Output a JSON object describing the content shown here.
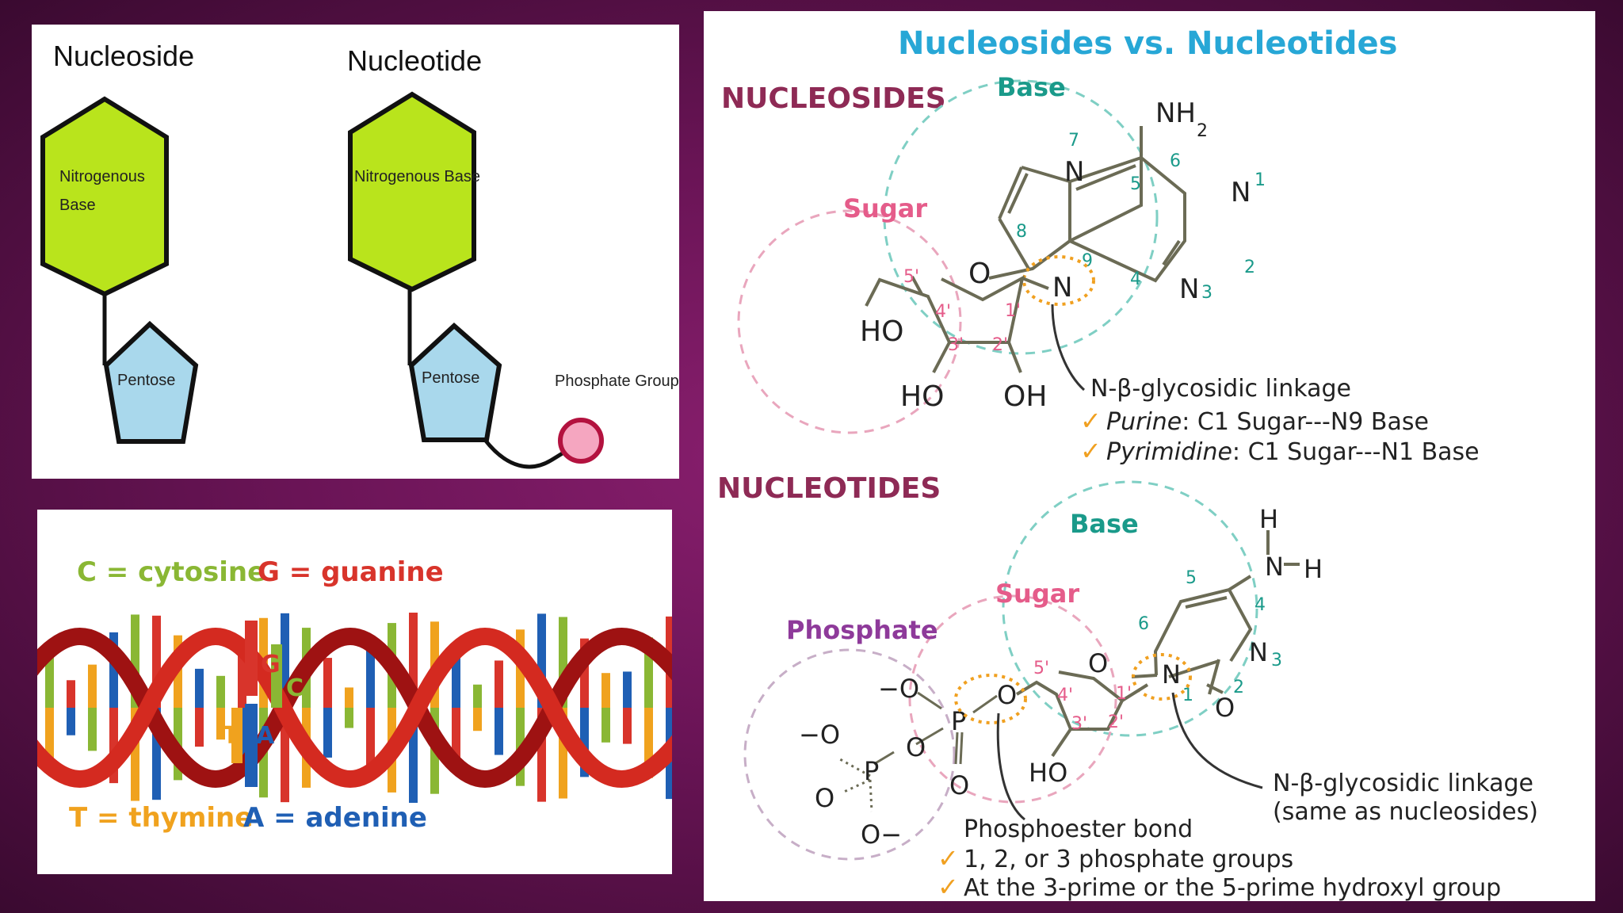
{
  "colors": {
    "hexagon": "#b9e41c",
    "pentagon": "#a9d8ec",
    "phosphate_circle": "#f5a6c0",
    "title_blue": "#27a7d6",
    "section_maroon": "#8e2a55",
    "teal_label": "#1a9a8a",
    "pink_label": "#e55c8a",
    "purple_label": "#8e3a9a",
    "check_orange": "#f0a020"
  },
  "basic": {
    "nucleoside_title": "Nucleoside",
    "nucleotide_title": "Nucleotide",
    "nitrogenous_base_line1": "Nitrogenous",
    "nitrogenous_base_line2": "Base",
    "nitrogenous_base": "Nitrogenous Base",
    "pentose": "Pentose",
    "phosphate_group": "Phosphate Group"
  },
  "dna": {
    "c": "C = cytosine",
    "g": "G = guanine",
    "t": "T = thymine",
    "a": "A = adenine",
    "letter_g": "G",
    "letter_c": "C",
    "letter_t": "T",
    "letter_a": "A"
  },
  "chem": {
    "title": "Nucleosides vs. Nucleotides",
    "nucleosides": "NUCLEOSIDES",
    "nucleotides": "NUCLEOTIDES",
    "base": "Base",
    "sugar": "Sugar",
    "phosphate": "Phosphate",
    "glycosidic": "N-β-glycosidic linkage",
    "purine_name": "Purine",
    "purine_rest": ": C1 Sugar---N9 Base",
    "pyrimidine_name": "Pyrimidine",
    "pyrimidine_rest": ": C1 Sugar---N1 Base",
    "same_as": "(same as nucleosides)",
    "phosphoester": "Phosphoester bond",
    "groups": "1, 2, or 3 phosphate groups",
    "hydroxyl": "At the 3-prime or the 5-prime hydroxyl group",
    "check": "✓",
    "atoms": {
      "N": "N",
      "O": "O",
      "P": "P",
      "H": "H",
      "HO": "HO",
      "OH": "OH",
      "NH": "NH",
      "sub2": "2",
      "neg_o": "−O",
      "o_neg": "O−",
      "minus": "−",
      "dash": "−"
    },
    "numbers": {
      "n1": "1",
      "n2": "2",
      "n3": "3",
      "n4": "4",
      "n5": "5",
      "n6": "6",
      "n7": "7",
      "n8": "8",
      "n9": "9",
      "p1": "1'",
      "p2": "2'",
      "p3": "3'",
      "p4": "4'",
      "p5": "5'"
    }
  }
}
